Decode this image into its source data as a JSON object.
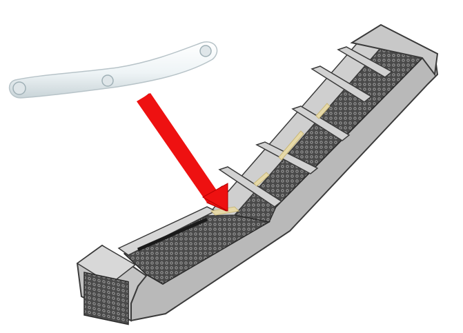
{
  "image": {
    "subject": "inclined-belt-conveyor-with-white-link-part",
    "colors": {
      "background": "#ffffff",
      "frame_side": "#b9b9b9",
      "frame_top": "#d6d6d6",
      "frame_edge": "#3a3a3a",
      "belt_dark": "#3c3c3c",
      "belt_light": "#8a8a8a",
      "flight_tan": "#e6d9a8",
      "part_white": "#eef4f6",
      "part_shade": "#c9d4d8",
      "arrow": "#ee1111"
    },
    "icons": [
      "conveyor-link-part",
      "pointer-arrow",
      "belt-conveyor"
    ]
  }
}
